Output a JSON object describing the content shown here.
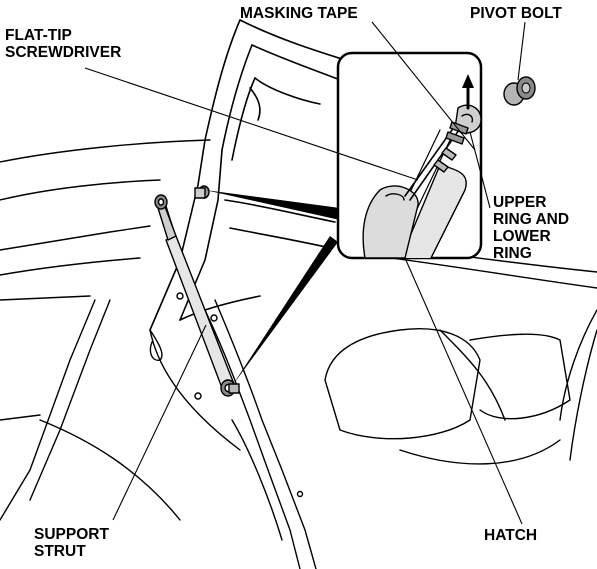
{
  "labels": {
    "screwdriver": [
      "FLAT-TIP",
      "SCREWDRIVER"
    ],
    "masking_tape": "MASKING TAPE",
    "pivot_bolt": "PIVOT BOLT",
    "rings": [
      "UPPER",
      "RING AND",
      "LOWER",
      "RING"
    ],
    "support_strut": [
      "SUPPORT",
      "STRUT"
    ],
    "hatch": "HATCH"
  }
}
